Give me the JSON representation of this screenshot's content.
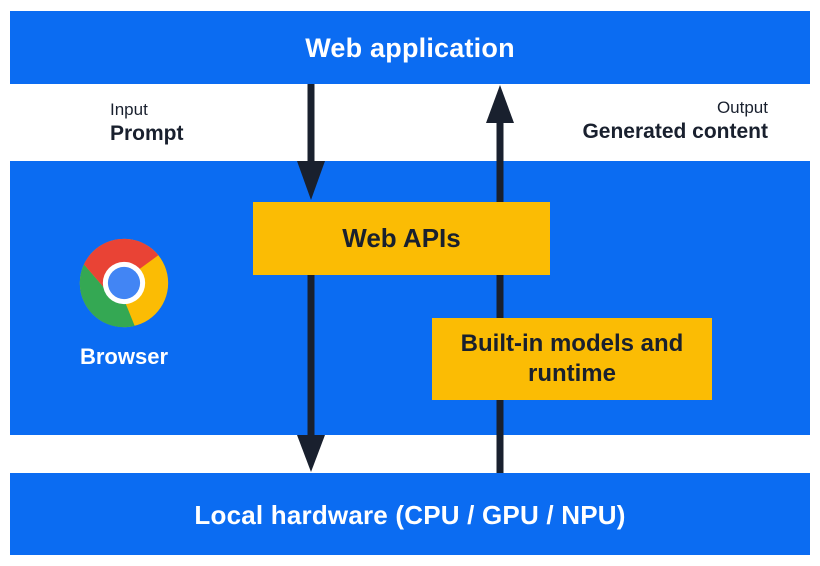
{
  "diagram": {
    "top_bar": {
      "label": "Web application"
    },
    "io_band": {
      "input": {
        "caption": "Input",
        "label": "Prompt"
      },
      "output": {
        "caption": "Output",
        "label": "Generated content"
      }
    },
    "browser_region": {
      "label": "Browser",
      "logo_icon": "chrome-browser-logo",
      "boxes": [
        {
          "label": "Web APIs"
        },
        {
          "label": "Built-in models and runtime"
        }
      ]
    },
    "bottom_bar": {
      "label": "Local hardware (CPU / GPU / NPU)"
    },
    "flows": [
      {
        "name": "web-application-to-web-apis",
        "direction": "down"
      },
      {
        "name": "web-apis-to-local-hardware",
        "direction": "down"
      },
      {
        "name": "local-hardware-to-web-application",
        "direction": "up"
      }
    ],
    "colors": {
      "region_blue": "#0b6cf2",
      "box_yellow": "#fbbc04",
      "arrow_and_text_navy": "#19202e",
      "text_on_blue": "#ffffff",
      "chrome_red": "#e94335",
      "chrome_yellow": "#fbbc04",
      "chrome_green": "#34a853",
      "chrome_blue": "#4285f4"
    }
  }
}
